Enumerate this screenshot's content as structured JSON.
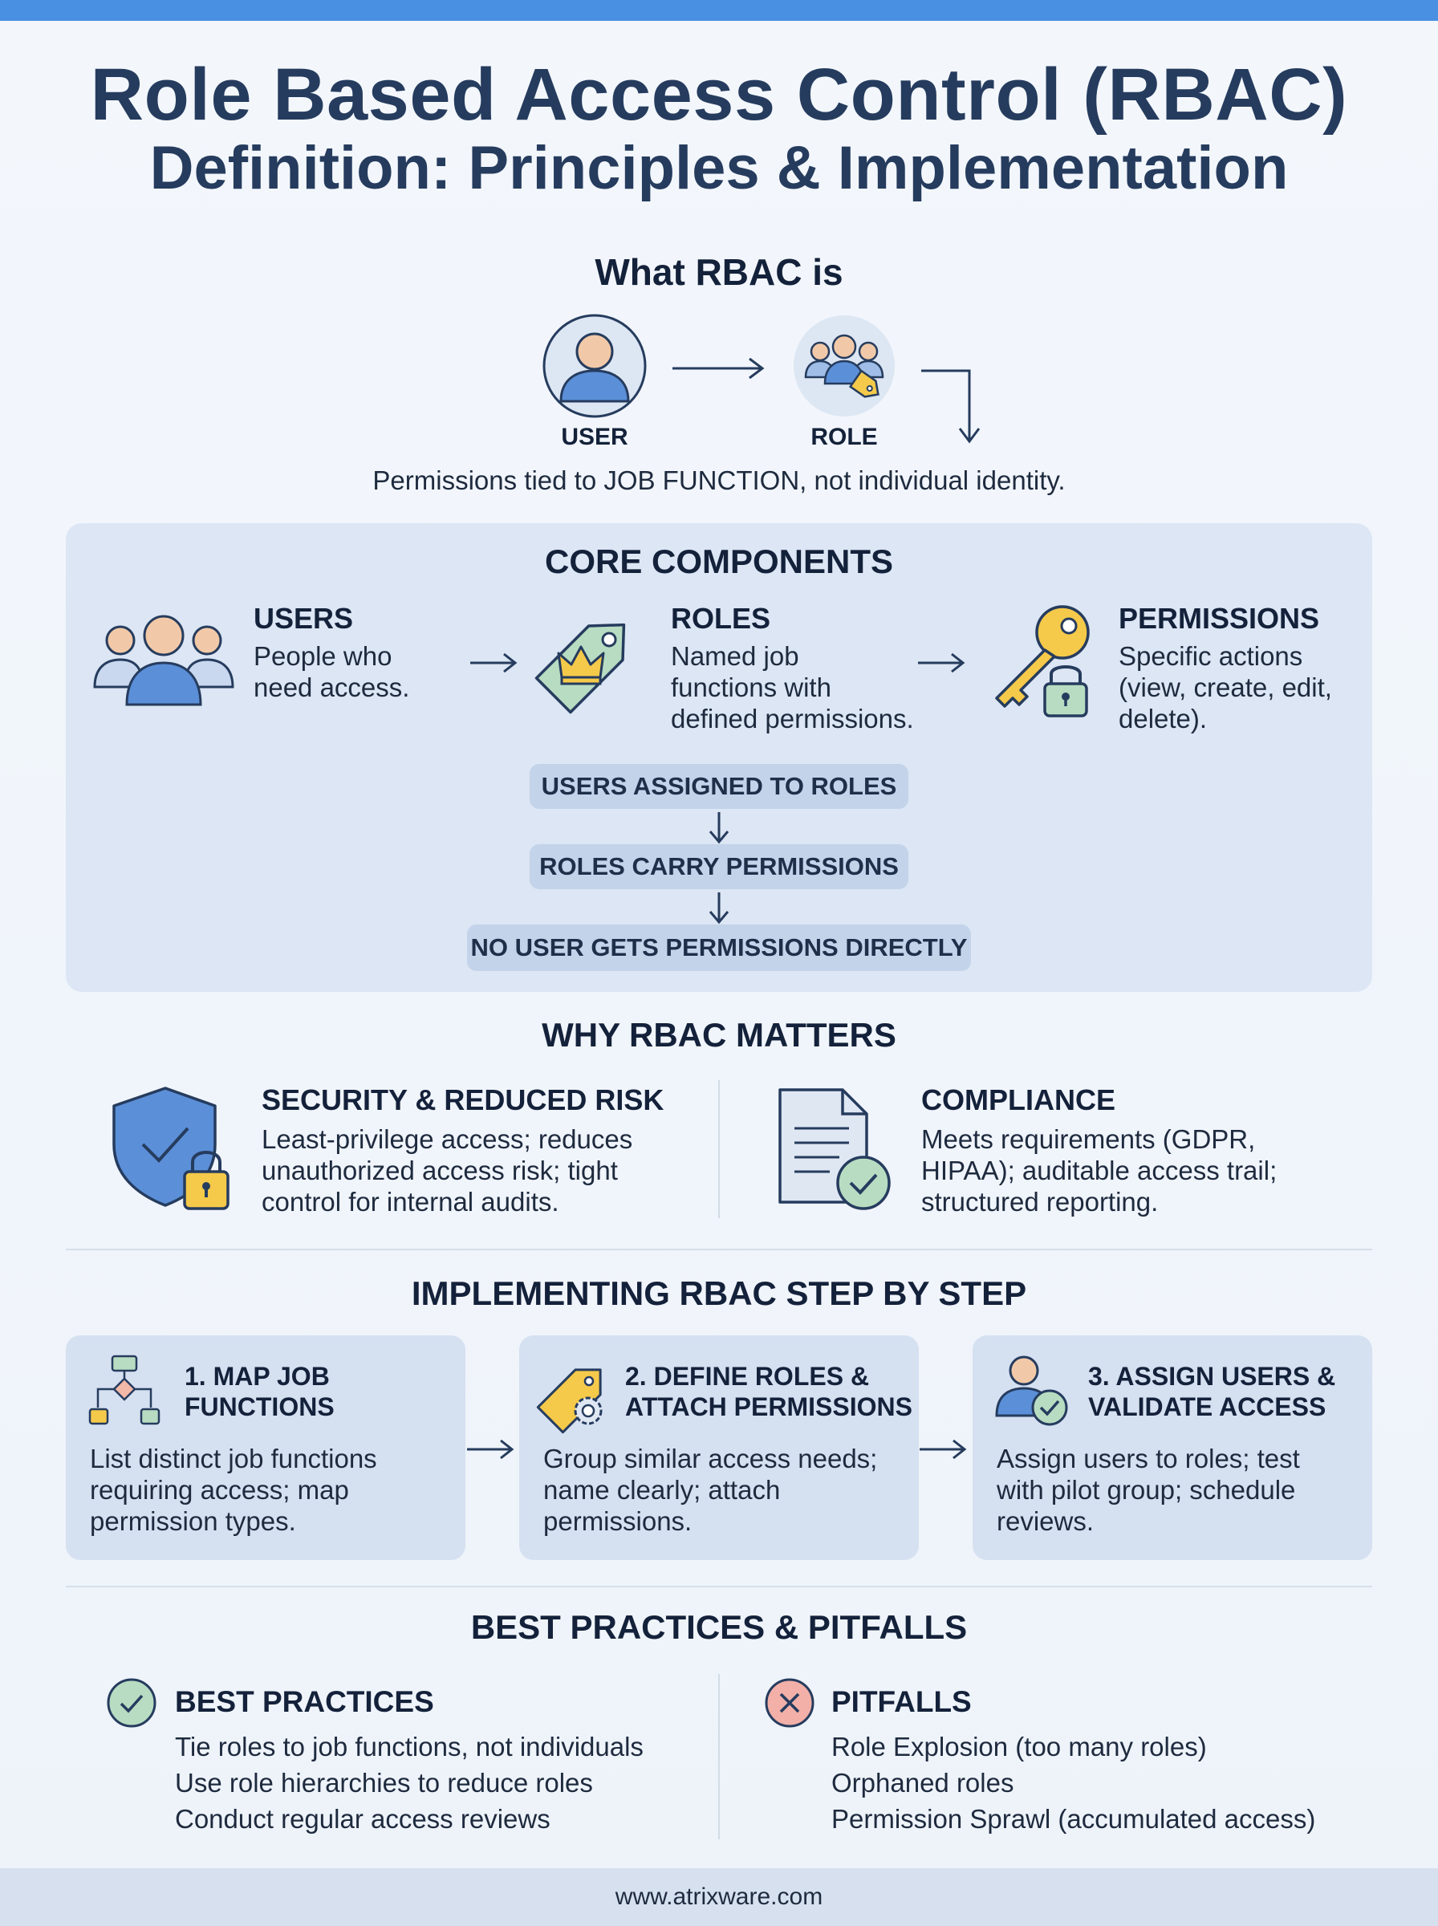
{
  "header": {
    "title": "Role Based Access Control (RBAC)",
    "subtitle": "Definition: Principles & Implementation"
  },
  "what": {
    "heading": "What RBAC is",
    "user_label": "USER",
    "role_label": "ROLE",
    "caption": "Permissions tied to JOB FUNCTION, not individual identity."
  },
  "core": {
    "heading": "CORE COMPONENTS",
    "items": [
      {
        "title": "USERS",
        "desc": [
          "People who",
          "need access."
        ]
      },
      {
        "title": "ROLES",
        "desc": [
          "Named job",
          "functions with",
          "defined permissions."
        ]
      },
      {
        "title": "PERMISSIONS",
        "desc": [
          "Specific actions",
          "(view, create, edit,",
          "delete)."
        ]
      }
    ],
    "flow": [
      "USERS ASSIGNED TO ROLES",
      "ROLES CARRY PERMISSIONS",
      "NO USER GETS PERMISSIONS DIRECTLY"
    ]
  },
  "why": {
    "heading": "WHY RBAC MATTERS",
    "items": [
      {
        "title": "SECURITY & REDUCED RISK",
        "desc": [
          "Least-privilege access; reduces",
          "unauthorized access risk; tight",
          "control for internal audits."
        ]
      },
      {
        "title": "COMPLIANCE",
        "desc": [
          "Meets requirements (GDPR,",
          "HIPAA); auditable access trail;",
          "structured reporting."
        ]
      }
    ]
  },
  "steps": {
    "heading": "IMPLEMENTING RBAC STEP BY STEP",
    "items": [
      {
        "title": [
          "1. MAP JOB",
          "FUNCTIONS"
        ],
        "desc": [
          "List distinct job functions",
          "requiring access; map",
          "permission types."
        ]
      },
      {
        "title": [
          "2. DEFINE ROLES &",
          "ATTACH PERMISSIONS"
        ],
        "desc": [
          "Group similar access needs;",
          "name clearly; attach",
          "permissions."
        ]
      },
      {
        "title": [
          "3. ASSIGN USERS &",
          "VALIDATE ACCESS"
        ],
        "desc": [
          "Assign users to roles; test",
          "with pilot group; schedule",
          "reviews."
        ]
      }
    ]
  },
  "practices": {
    "heading": "BEST PRACTICES & PITFALLS",
    "best": {
      "title": "BEST PRACTICES",
      "items": [
        "Tie roles to job functions, not individuals",
        "Use role hierarchies to reduce roles",
        "Conduct regular access reviews"
      ]
    },
    "pitfalls": {
      "title": "PITFALLS",
      "items": [
        "Role Explosion (too many roles)",
        "Orphaned roles",
        "Permission Sprawl (accumulated access)"
      ]
    }
  },
  "footer": {
    "url": "www.atrixware.com"
  }
}
